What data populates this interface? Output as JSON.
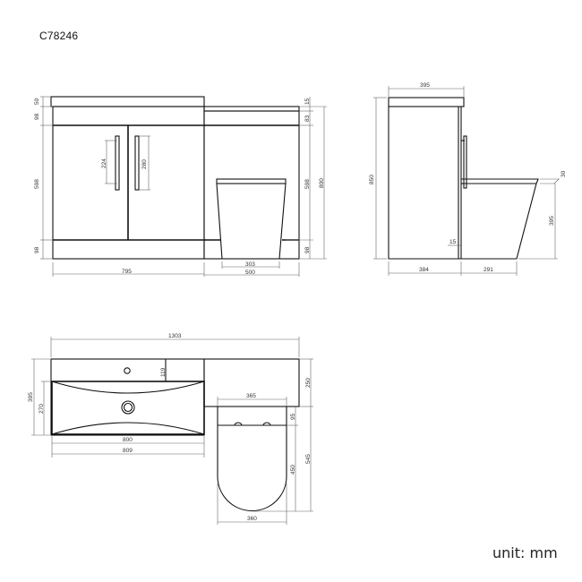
{
  "title": "C78246",
  "unit_label": "unit: mm",
  "front_view": {
    "dims": {
      "top_50": "50",
      "top_98": "98",
      "doors_598": "598",
      "plinth_98": "98",
      "handle_224": "224",
      "handle_280": "280",
      "width_795": "795",
      "right_15": "15",
      "right_83": "83",
      "right_598": "598",
      "right_98": "98",
      "height_800": "800",
      "pan_303": "303",
      "unit_500": "500"
    }
  },
  "side_view": {
    "dims": {
      "depth_395": "395",
      "height_850": "850",
      "seat_30": "30",
      "pan_height_395": "395",
      "gap_15": "15",
      "cab_384": "384",
      "pan_291": "291"
    }
  },
  "top_view": {
    "dims": {
      "overall_1303": "1303",
      "depth_395": "395",
      "basin_270": "270",
      "tap_119": "119",
      "basin_800": "800",
      "top_809": "809",
      "pan_365": "365",
      "back_250": "250",
      "gap_95": "95",
      "pan_450": "450",
      "total_545": "545",
      "pan_360": "360"
    }
  }
}
